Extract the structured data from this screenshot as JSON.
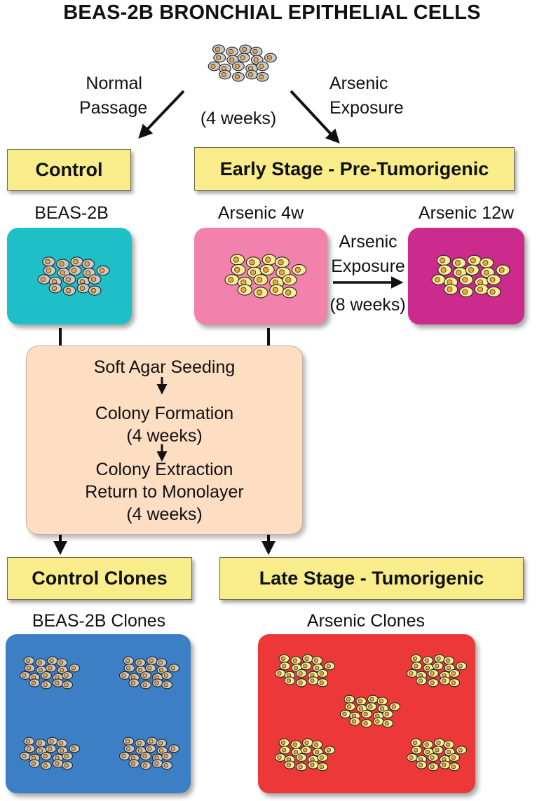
{
  "title": "BEAS-2B BRONCHIAL EPITHELIAL CELLS",
  "top": {
    "left_label": [
      "Normal",
      "Passage"
    ],
    "duration": "(4 weeks)",
    "right_label": [
      "Arsenic",
      "Exposure"
    ]
  },
  "stages": {
    "control": "Control",
    "early": "Early Stage - Pre-Tumorigenic",
    "control_clones": "Control Clones",
    "late": "Late Stage - Tumorigenic"
  },
  "cultures": {
    "beas2b": "BEAS-2B",
    "arsenic_4w": "Arsenic 4w",
    "arsenic_12w": "Arsenic 12w",
    "beas2b_clones": "BEAS-2B Clones",
    "arsenic_clones": "Arsenic Clones"
  },
  "mid_arrow": {
    "lines": [
      "Arsenic",
      "Exposure"
    ],
    "duration": "(8 weeks)"
  },
  "process": {
    "step1": "Soft Agar Seeding",
    "step2": [
      "Colony Formation",
      "(4 weeks)"
    ],
    "step3": [
      "Colony Extraction",
      "Return to Monolayer",
      "(4 weeks)"
    ]
  },
  "colors": {
    "beas2b_panel": "#1fbfc8",
    "arsenic_4w_panel": "#f282ac",
    "arsenic_12w_panel": "#cc2a8c",
    "control_clones_panel": "#3c7fc5",
    "arsenic_clones_panel": "#ec3838",
    "stage_box": "#f8ed8a",
    "process_box": "#fddec3",
    "normal_cell": "#c9c9c9",
    "transformed_cell": "#f8ef98",
    "nucleus": "#f2a33c"
  }
}
